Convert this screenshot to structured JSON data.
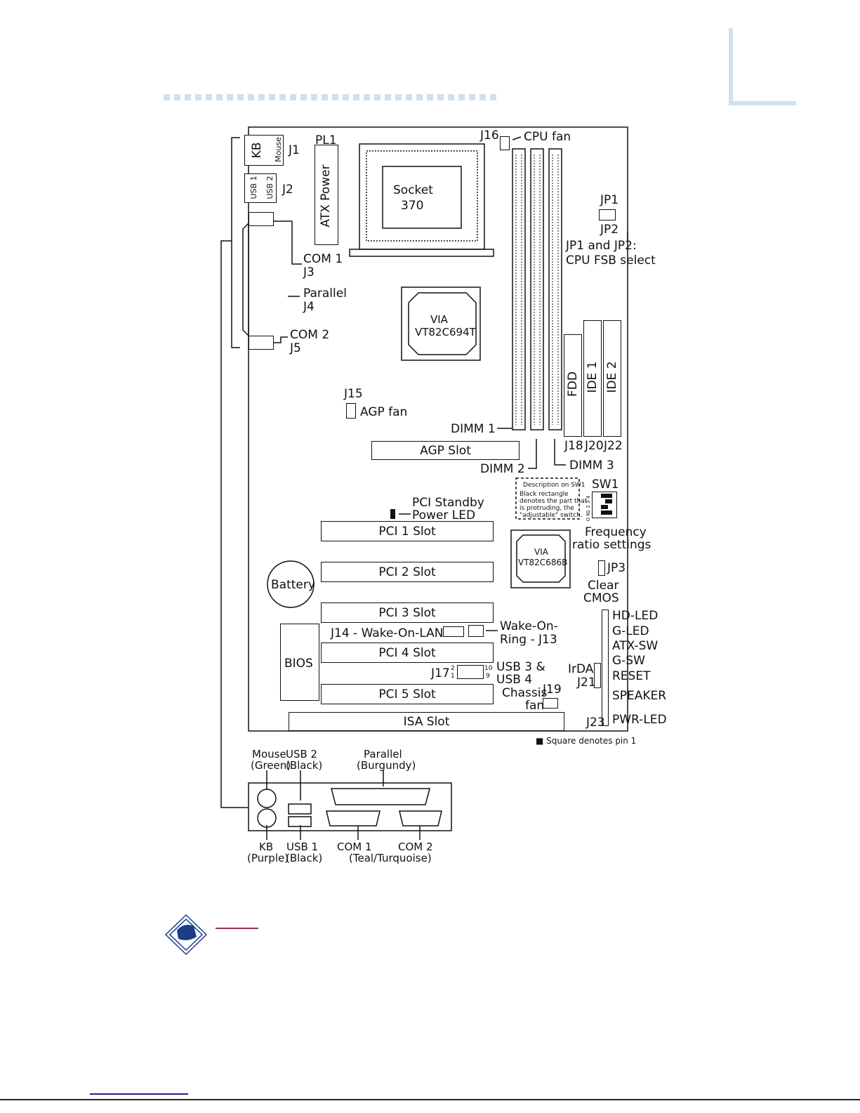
{
  "page": {
    "footer_line_color": "#1a1aa6",
    "corner_color": "#cfe0ee",
    "note_underline_color": "#c2185b"
  },
  "board": {
    "sw1_desc_title": "Description on SW1",
    "sw1_desc_lines": [
      "Black rectangle",
      "denotes the part that",
      "is protruding, the",
      "\"adjustable\" switch."
    ],
    "footnote": "■ Square denotes pin 1"
  },
  "components": {
    "kb": "KB",
    "mouse": "Mouse",
    "j1": "J1",
    "usb1": "USB 1",
    "usb2": "USB 2",
    "j2": "J2",
    "pl1": "PL1",
    "atx_power": "ATX Power",
    "socket_line1": "Socket",
    "socket_line2": "370",
    "j16": "J16",
    "cpu_fan": "CPU fan",
    "jp1": "JP1",
    "jp2": "JP2",
    "jp_desc1": "JP1 and JP2:",
    "jp_desc2": "CPU FSB select",
    "com1": "COM 1",
    "j3": "J3",
    "parallel": "Parallel",
    "j4": "J4",
    "com2": "COM 2",
    "j5": "J5",
    "via_north1": "VIA",
    "via_north2": "VT82C694T",
    "fdd": "FDD",
    "ide1": "IDE 1",
    "ide2": "IDE 2",
    "j15": "J15",
    "agp_fan": "AGP fan",
    "dimm1": "DIMM 1",
    "dimm2": "DIMM 2",
    "dimm3": "DIMM 3",
    "agp_slot": "AGP Slot",
    "j18": "J18",
    "j20": "J20",
    "j22": "J22",
    "sw1": "SW1",
    "pci_standby1": "PCI Standby",
    "pci_standby2": "Power LED",
    "pci1": "PCI 1 Slot",
    "pci2": "PCI 2 Slot",
    "pci3": "PCI 3 Slot",
    "pci4": "PCI 4 Slot",
    "pci5": "PCI 5 Slot",
    "isa": "ISA Slot",
    "freq1": "Frequency",
    "freq2": "ratio settings",
    "via_south1": "VIA",
    "via_south2": "VT82C686B",
    "battery": "Battery",
    "jp3": "JP3",
    "clear1": "Clear",
    "clear2": "CMOS",
    "bios": "BIOS",
    "j14": "J14 - Wake-On-LAN",
    "wor1": "Wake-On-",
    "wor2": "Ring - J13",
    "j17": "J17",
    "usb34_1": "USB 3 &",
    "usb34_2": "USB 4",
    "j17_pin2": "2",
    "j17_pin1": "1",
    "j17_pin10": "10",
    "j17_pin9": "9",
    "chassis1": "Chassis",
    "chassis2": "fan",
    "j19": "J19",
    "irda": "IrDA",
    "j21": "J21",
    "j23": "J23",
    "sw1_pins": "1 2 3 4",
    "sw1_on": "O N"
  },
  "front_panel": [
    "HD-LED",
    "G-LED",
    "ATX-SW",
    "G-SW",
    "RESET",
    "SPEAKER",
    "PWR-LED"
  ],
  "back_panel": {
    "mouse1": "Mouse",
    "mouse2": "(Green)",
    "usb2_1": "USB 2",
    "usb2_2": "(Black)",
    "par1": "Parallel",
    "par2": "(Burgundy)",
    "kb1": "KB",
    "kb2": "(Purple)",
    "usb1_1": "USB 1",
    "usb1_2": "(Black)",
    "com1": "COM 1",
    "com2": "COM 2",
    "com_color": "(Teal/Turquoise)"
  }
}
